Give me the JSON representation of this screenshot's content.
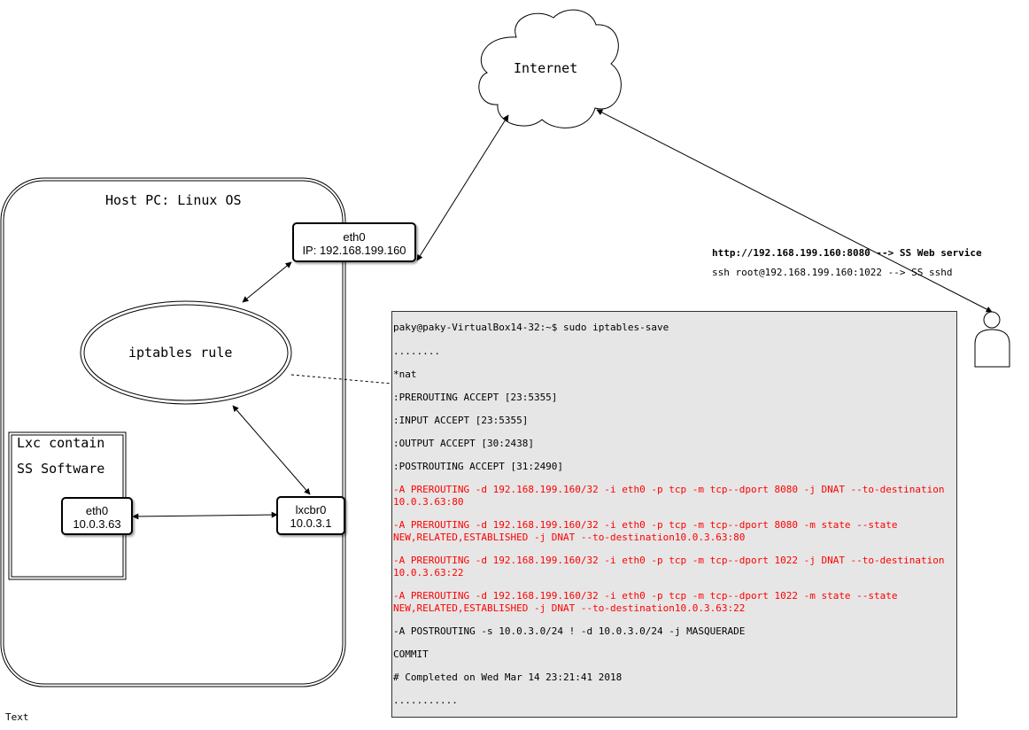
{
  "internet": {
    "label": "Internet"
  },
  "host": {
    "title": "Host PC: Linux OS"
  },
  "eth0_host": {
    "name": "eth0",
    "ip": "IP: 192.168.199.160"
  },
  "iptables": {
    "label": "iptables rule"
  },
  "lxc": {
    "line1": "Lxc contain",
    "line2": "SS Software"
  },
  "eth0_lxc": {
    "name": "eth0",
    "ip": "10.0.3.63"
  },
  "lxcbr0": {
    "name": "lxcbr0",
    "ip": "10.0.3.1"
  },
  "access": {
    "web": "http://192.168.199.160:8080  --> SS Web service",
    "ssh": "ssh root@192.168.199.160:1022 --> SS sshd"
  },
  "terminal": {
    "lines": [
      {
        "text": "paky@paky-VirtualBox14-32:~$ sudo iptables-save",
        "color": "#000000"
      },
      {
        "text": "........",
        "color": "#000000"
      },
      {
        "text": "*nat",
        "color": "#000000"
      },
      {
        "text": ":PREROUTING ACCEPT [23:5355]",
        "color": "#000000"
      },
      {
        "text": ":INPUT ACCEPT [23:5355]",
        "color": "#000000"
      },
      {
        "text": ":OUTPUT ACCEPT [30:2438]",
        "color": "#000000"
      },
      {
        "text": ":POSTROUTING ACCEPT [31:2490]",
        "color": "#000000"
      },
      {
        "text": "-A PREROUTING -d 192.168.199.160/32 -i eth0 -p tcp -m tcp--dport 8080 -j DNAT --to-destination 10.0.3.63:80",
        "color": "#ff0000"
      },
      {
        "text": "-A PREROUTING -d 192.168.199.160/32 -i eth0 -p tcp -m tcp--dport 8080 -m state --state NEW,RELATED,ESTABLISHED -j DNAT --to-destination10.0.3.63:80",
        "color": "#ff0000"
      },
      {
        "text": "-A PREROUTING -d 192.168.199.160/32 -i eth0 -p tcp -m tcp--dport 1022 -j DNAT --to-destination 10.0.3.63:22",
        "color": "#ff0000"
      },
      {
        "text": "-A PREROUTING -d 192.168.199.160/32 -i eth0 -p tcp -m tcp--dport 1022 -m state --state NEW,RELATED,ESTABLISHED -j DNAT --to-destination10.0.3.63:22",
        "color": "#ff0000"
      },
      {
        "text": "-A POSTROUTING -s 10.0.3.0/24 ! -d 10.0.3.0/24 -j MASQUERADE",
        "color": "#000000"
      },
      {
        "text": "COMMIT",
        "color": "#000000"
      },
      {
        "text": "# Completed on Wed Mar 14 23:21:41 2018",
        "color": "#000000"
      },
      {
        "text": "...........",
        "color": "#000000"
      }
    ]
  },
  "footer": {
    "text": "Text"
  }
}
